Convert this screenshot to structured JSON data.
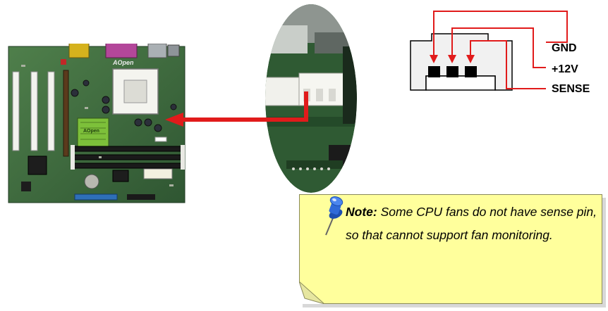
{
  "motherboard": {
    "brand_logo": "AOpen",
    "chipset_logo": "AOpen"
  },
  "pinout": {
    "pins": [
      "GND",
      "+12V",
      "SENSE"
    ]
  },
  "note": {
    "label": "Note:",
    "text": "Some CPU fans do not have sense pin, so that cannot support fan monitoring."
  },
  "colors": {
    "arrow": "#e11b1b",
    "wire": "#e11b1b",
    "note_bg": "#ffff9c",
    "board": "#3e6b3c"
  },
  "icons": {
    "pushpin": "pushpin-icon",
    "arrow": "right-to-left-arrow"
  }
}
